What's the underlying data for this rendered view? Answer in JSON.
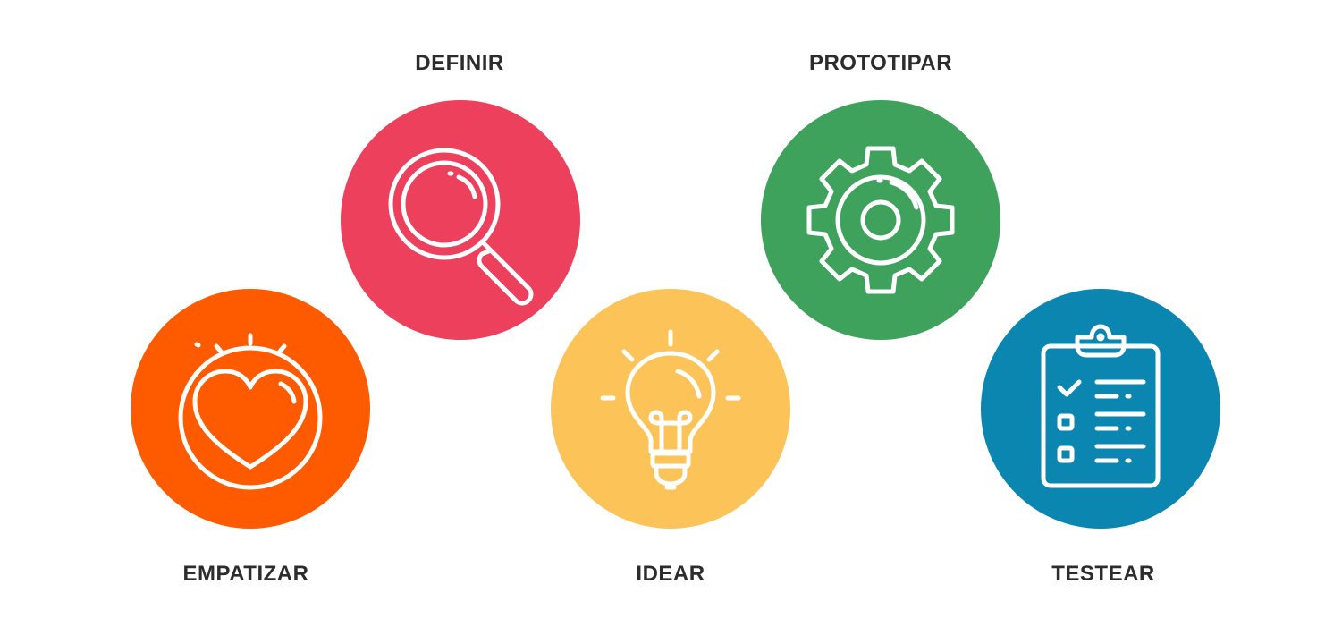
{
  "steps": [
    {
      "label": "EMPATIZAR",
      "icon": "heart-icon",
      "color": "#fe5a00"
    },
    {
      "label": "DEFINIR",
      "icon": "magnifier-icon",
      "color": "#ec405c"
    },
    {
      "label": "IDEAR",
      "icon": "lightbulb-icon",
      "color": "#fcc458"
    },
    {
      "label": "PROTOTIPAR",
      "icon": "gear-icon",
      "color": "#3fa25c"
    },
    {
      "label": "TESTEAR",
      "icon": "clipboard-icon",
      "color": "#0a86b0"
    }
  ]
}
